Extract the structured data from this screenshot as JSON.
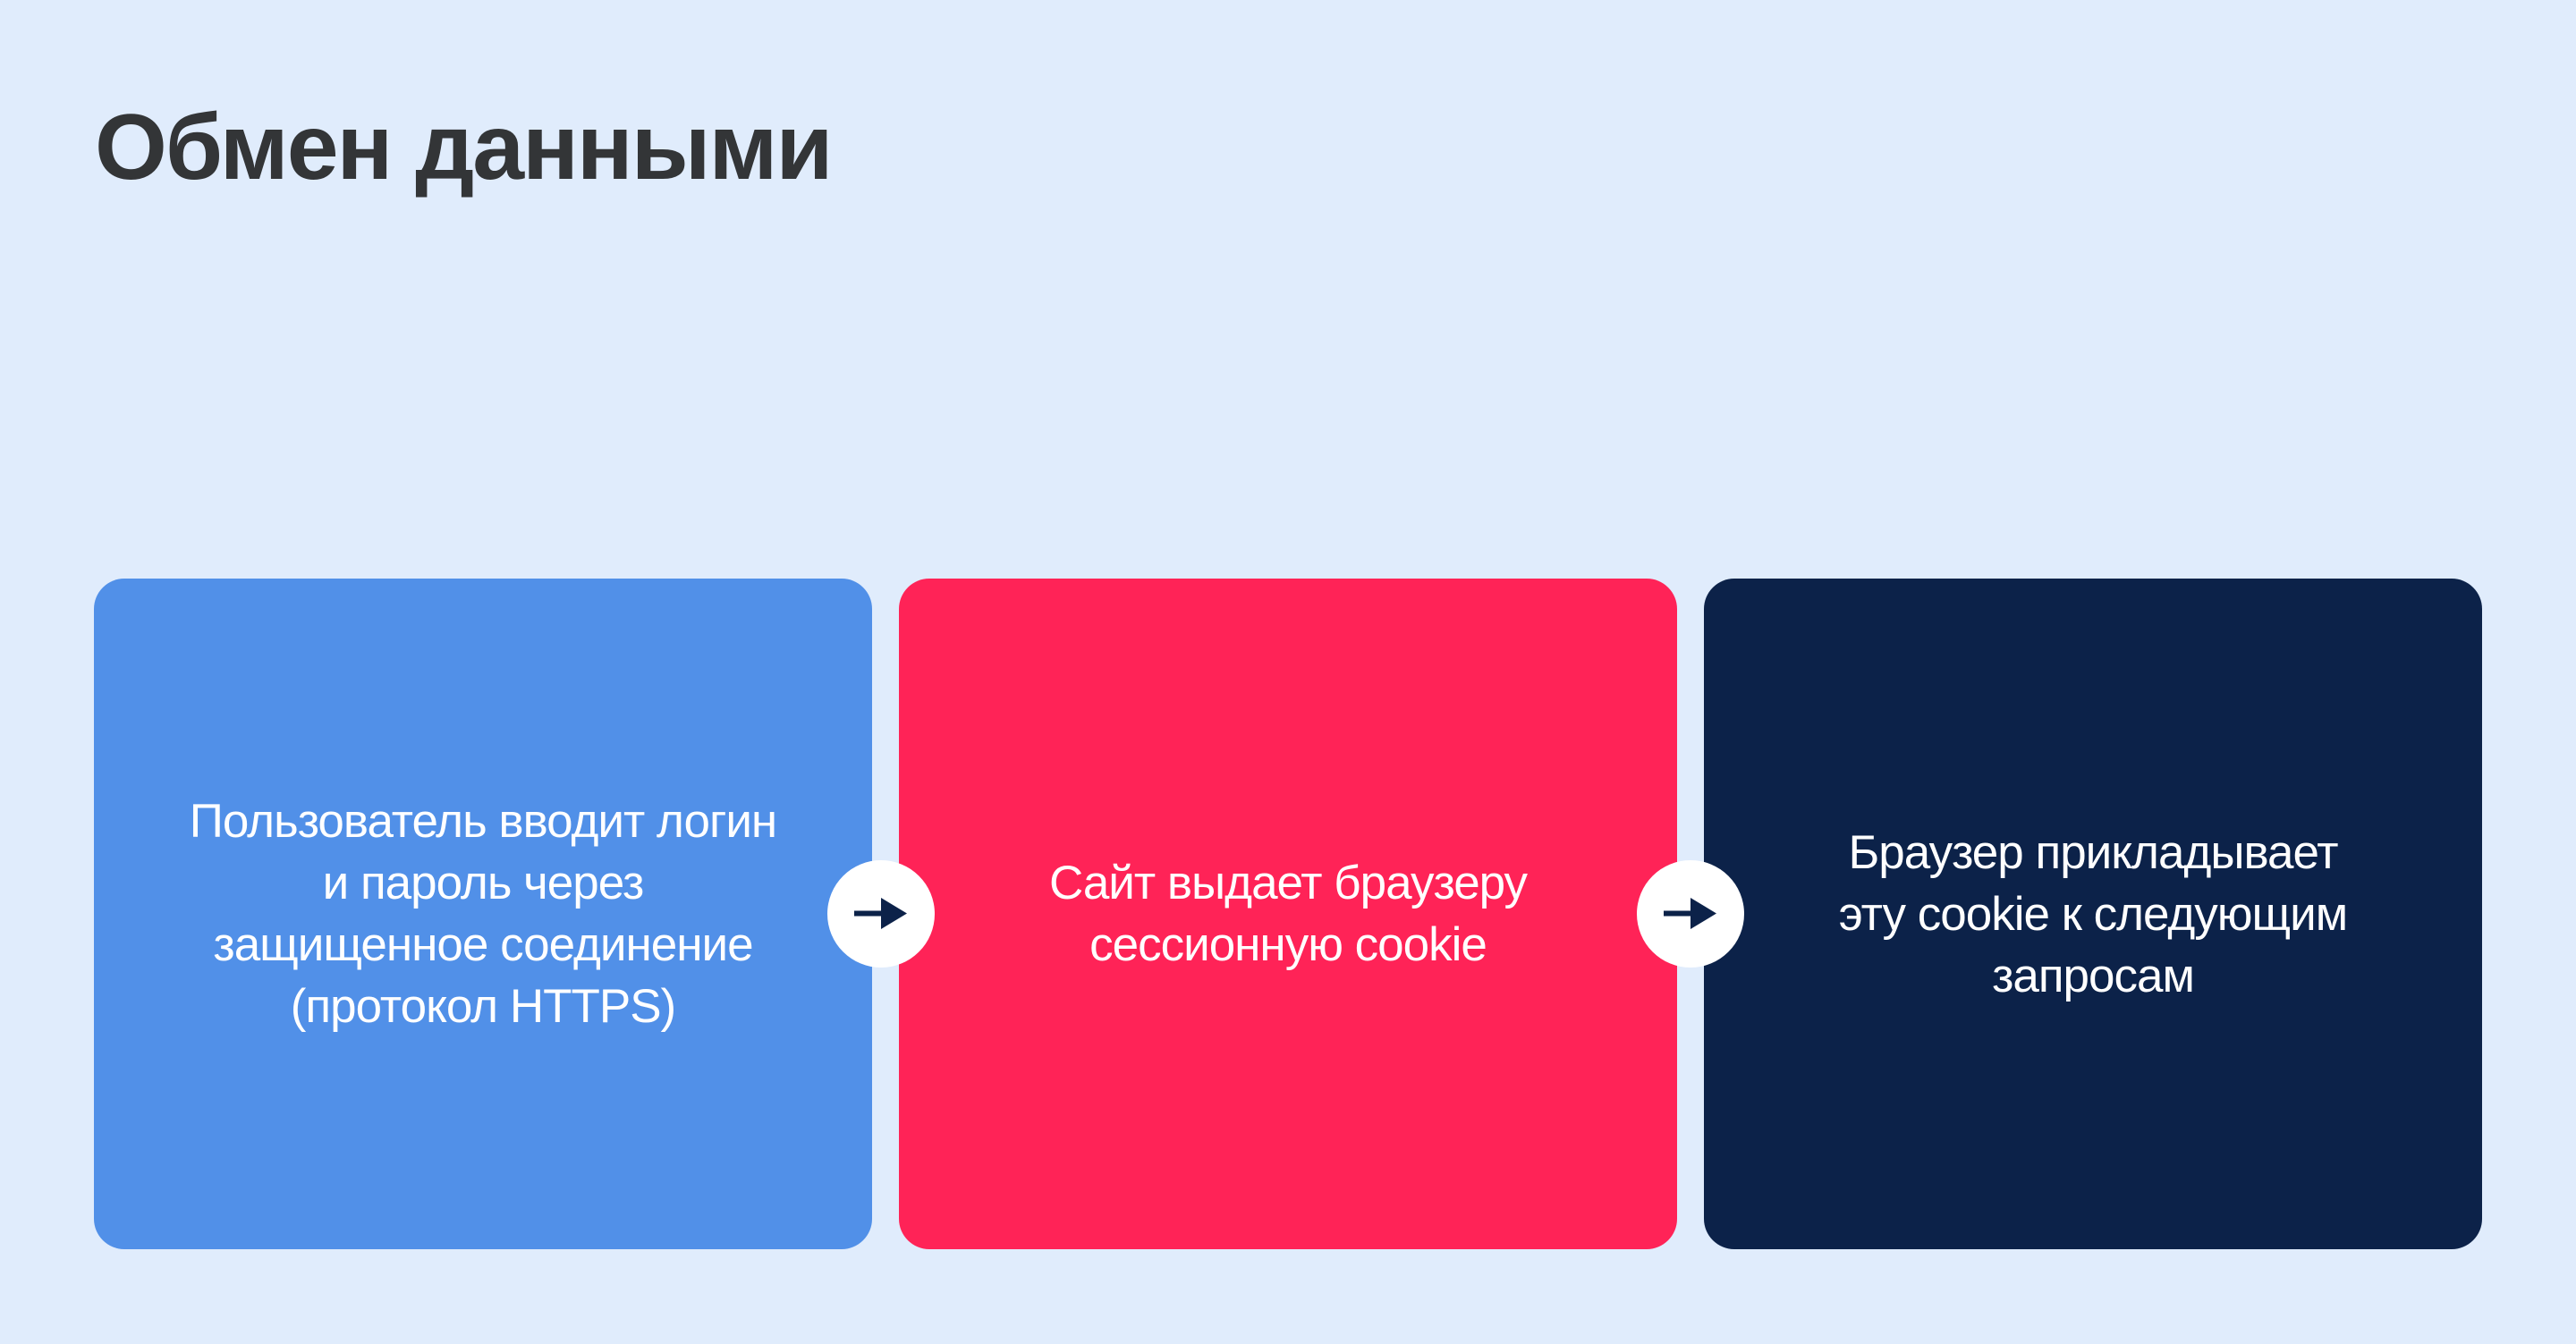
{
  "header": {
    "title": "Обмен данными"
  },
  "colors": {
    "background": "#E0ECFC",
    "title_text": "#333537",
    "card_1": "#5190E8",
    "card_2": "#FF2357",
    "card_3": "#0C2249",
    "card_text": "#FFFFFF",
    "connector_bg": "#FFFFFF",
    "arrow": "#0C2249"
  },
  "steps": [
    {
      "lines": [
        "Пользователь вводит логин",
        "и пароль через",
        "защищенное соединение",
        "(протокол HTTPS)"
      ]
    },
    {
      "lines": [
        "Сайт выдает браузеру",
        "сессионную cookie"
      ]
    },
    {
      "lines": [
        "Браузер прикладывает",
        "эту cookie к следующим",
        "запросам"
      ]
    }
  ],
  "connectors": [
    {
      "icon": "arrow-right-icon"
    },
    {
      "icon": "arrow-right-icon"
    }
  ]
}
